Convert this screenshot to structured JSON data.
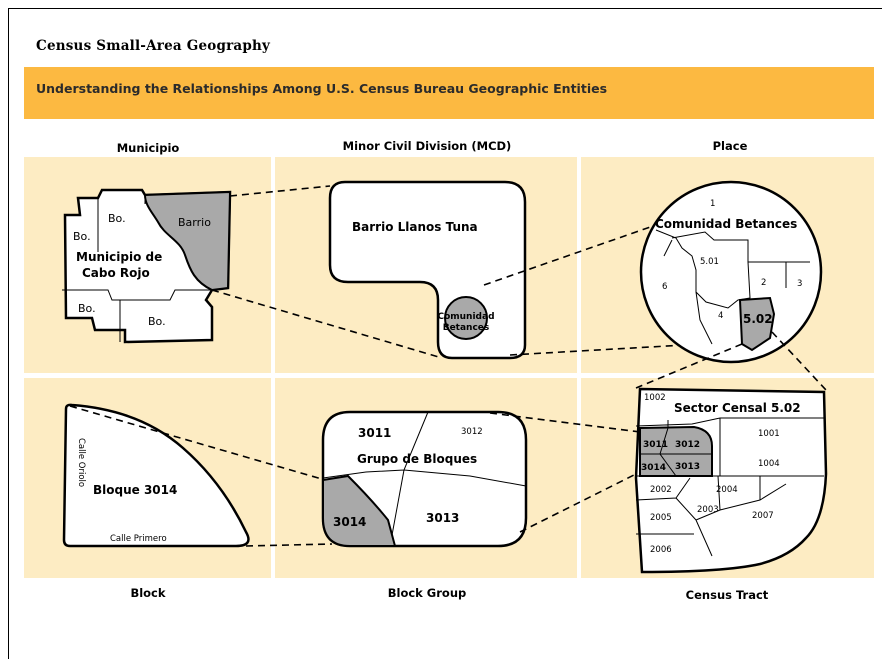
{
  "title": "Census Small-Area Geography",
  "subtitle": "Understanding the Relationships Among U.S. Census Bureau Geographic Entities",
  "panels": {
    "municipio": {
      "header": "Municipio",
      "labels": [
        "Bo.",
        "Barrio",
        "Bo.",
        "Municipio de",
        "Cabo Rojo",
        "Bo.",
        "Bo."
      ]
    },
    "mcd": {
      "header": "Minor Civil Division (MCD)",
      "name": "Barrio Llanos Tuna",
      "place_line1": "Comunidad",
      "place_line2": "Betances"
    },
    "place": {
      "header": "Place",
      "name": "Comunidad Betances",
      "tracts": [
        "1",
        "5.01",
        "2",
        "3",
        "6",
        "4",
        "5.02"
      ]
    },
    "block": {
      "footer": "Block",
      "name": "Bloque 3014",
      "street_side": "Calle Oriolo",
      "street_bottom": "Calle Primero"
    },
    "block_group": {
      "footer": "Block Group",
      "name": "Grupo de Bloques",
      "blocks": [
        "3011",
        "3012",
        "3014",
        "3013"
      ]
    },
    "census_tract": {
      "footer": "Census Tract",
      "name": "Sector Censal 5.02",
      "blocks": [
        "1002",
        "1001",
        "3011",
        "3012",
        "1004",
        "3014",
        "3013",
        "2002",
        "2004",
        "2003",
        "2005",
        "2007",
        "2006"
      ]
    }
  },
  "colors": {
    "header_band": "#fcb941",
    "panel_bg": "#fdecc3",
    "highlight_gray": "#a9a9a9"
  }
}
